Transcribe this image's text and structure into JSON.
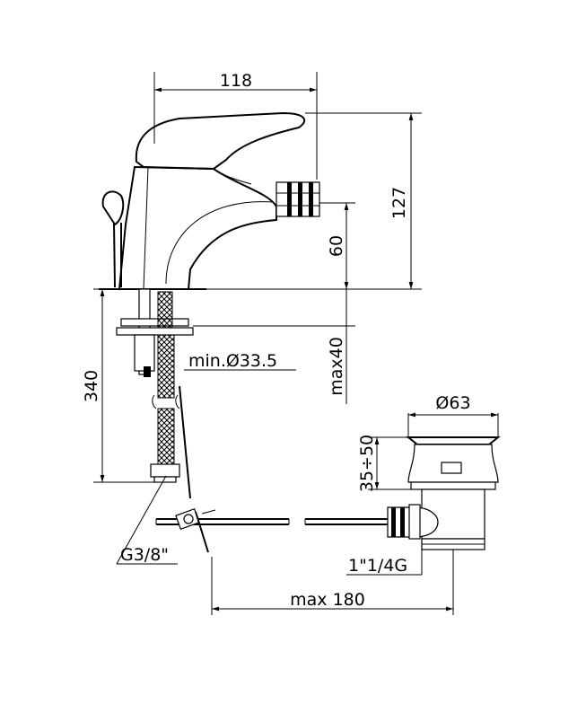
{
  "dimensions": {
    "width_118": "118",
    "height_127": "127",
    "height_60": "60",
    "max40": "max40",
    "min_dia": "min.Ø33.5",
    "len_340": "340",
    "dia_63": "Ø63",
    "range_35_50": "35÷50",
    "thread_g38": "G3/8\"",
    "thread_114g": "1\"1/4G",
    "max180": "max 180"
  }
}
